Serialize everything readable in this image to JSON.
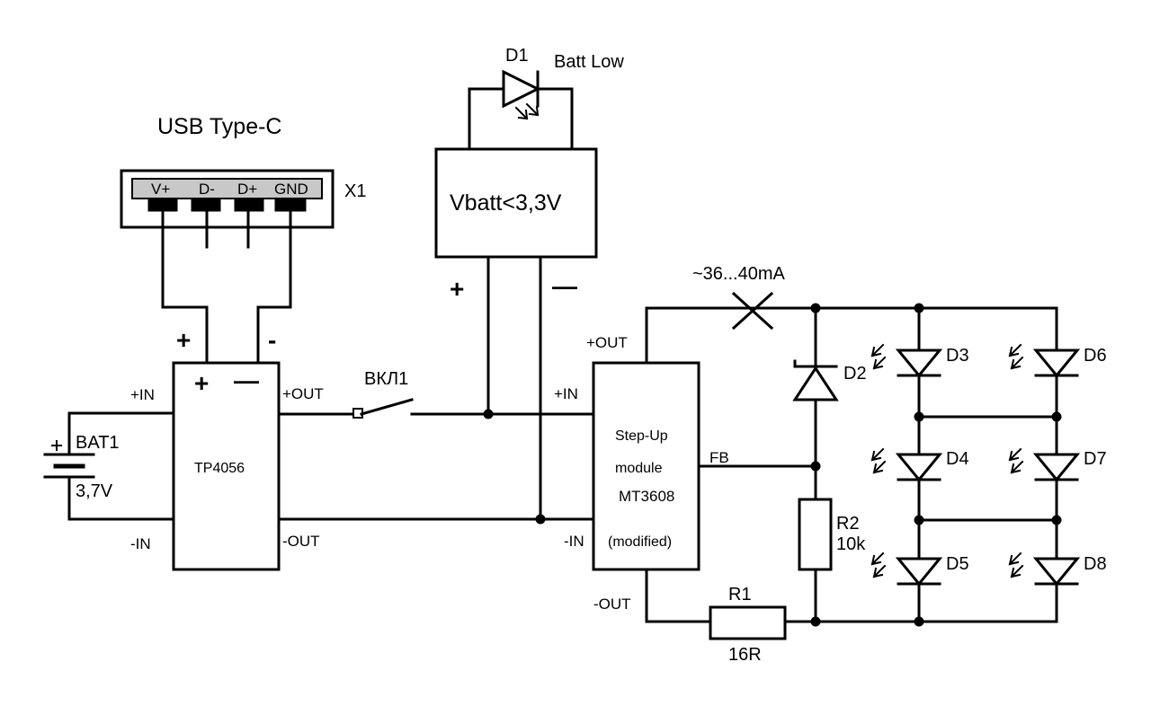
{
  "connector": {
    "title": "USB Type-C",
    "ref": "X1",
    "pins": [
      "V+",
      "D-",
      "D+",
      "GND"
    ],
    "plus": "+",
    "minus": "-"
  },
  "battery": {
    "ref": "BAT1",
    "value": "3,7V"
  },
  "charger": {
    "name": "TP4056",
    "in_plus": "+",
    "in_minus": "—",
    "pin_in_pos": "+IN",
    "pin_in_neg": "-IN",
    "pin_out_pos": "+OUT",
    "pin_out_neg": "-OUT"
  },
  "switch": {
    "ref": "ВКЛ1"
  },
  "monitor": {
    "label": "Vbatt<3,3V",
    "plus": "+",
    "minus": "—",
    "led_ref": "D1",
    "led_label": "Batt Low"
  },
  "boost": {
    "line1": "Step-Up",
    "line2": "module",
    "line3": "MT3608",
    "line4": "(modified)",
    "pin_out_pos": "+OUT",
    "pin_in_pos": "+IN",
    "pin_in_neg": "-IN",
    "pin_out_neg": "-OUT",
    "pin_fb": "FB"
  },
  "current_note": "~36...40mA",
  "zener": {
    "ref": "D2"
  },
  "resistors": [
    {
      "ref": "R2",
      "value": "10k"
    },
    {
      "ref": "R1",
      "value": "16R"
    }
  ],
  "leds": [
    "D3",
    "D4",
    "D5",
    "D6",
    "D7",
    "D8"
  ]
}
